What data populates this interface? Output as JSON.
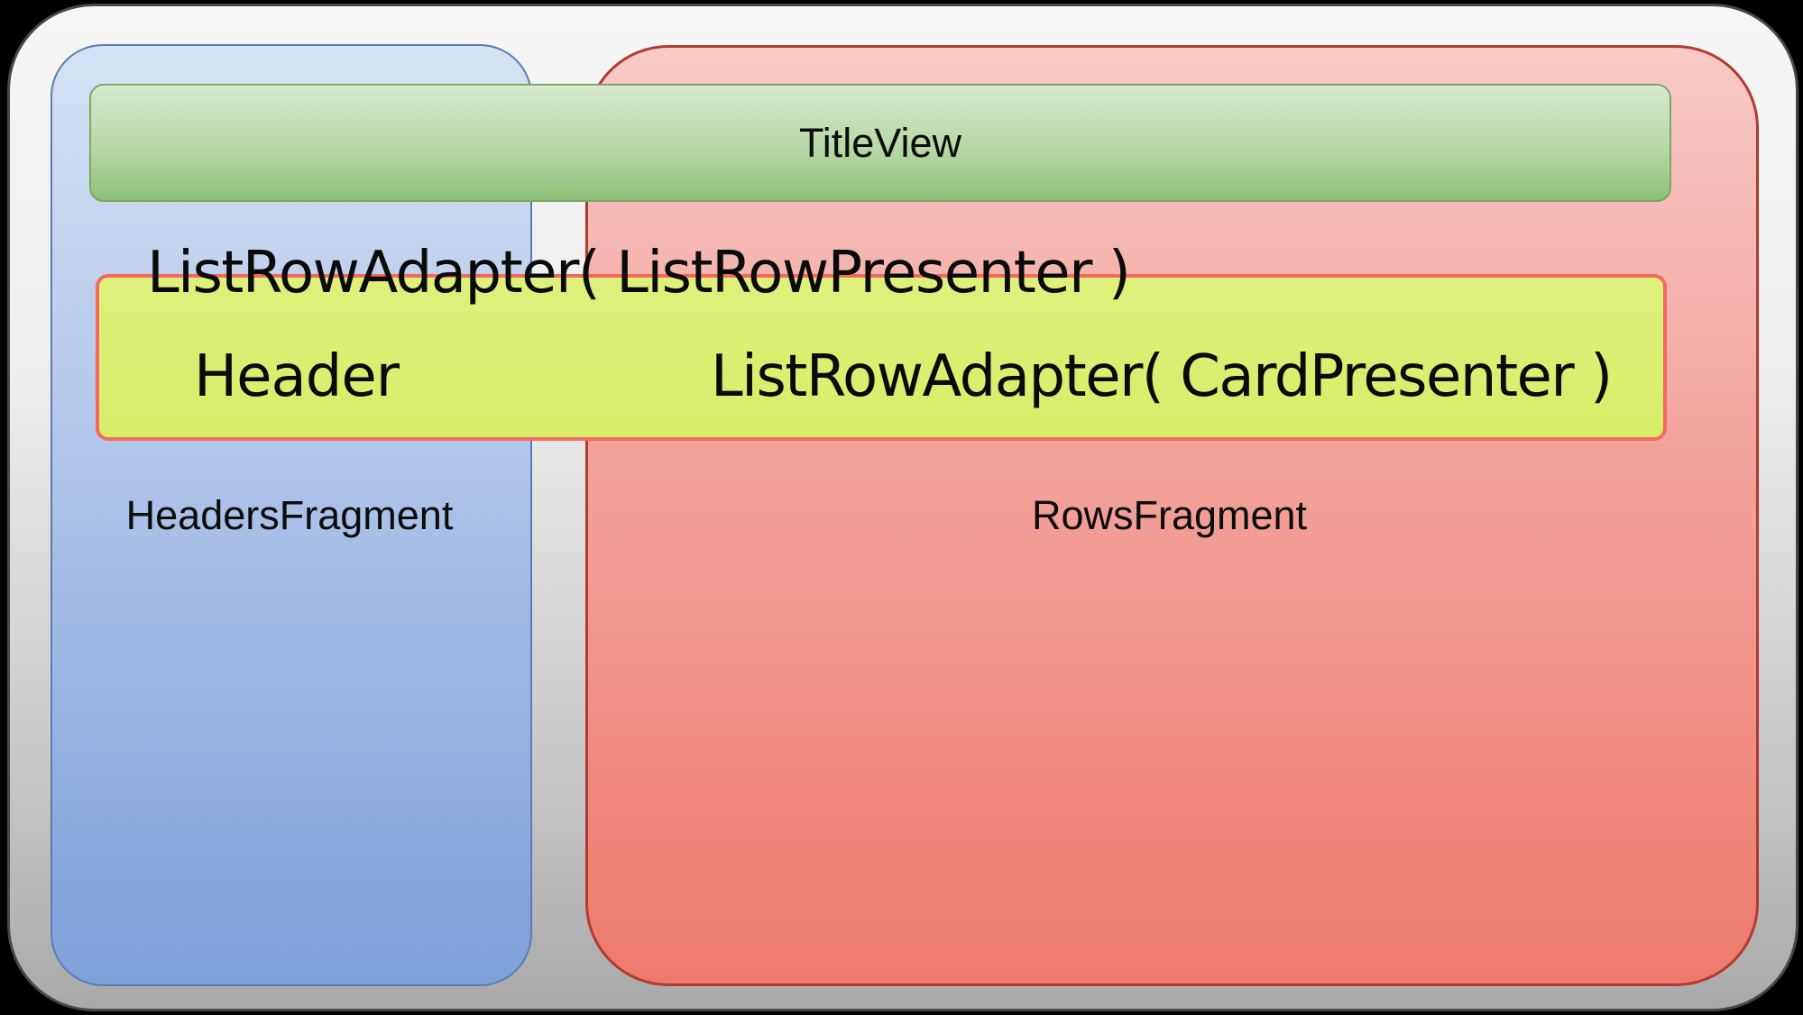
{
  "diagram": {
    "title_view_label": "TitleView",
    "list_row_adapter_presenter_label": "ListRowAdapter( ListRowPresenter )",
    "header_label": "Header",
    "list_row_adapter_card_label": "ListRowAdapter( CardPresenter )",
    "headers_fragment_label": "HeadersFragment",
    "rows_fragment_label": "RowsFragment",
    "colors": {
      "background": "#000000",
      "outer_top": "#f6f6f6",
      "outer_bottom": "#a9a9a9",
      "blue_top": "#d6e2f5",
      "blue_bottom": "#7da0d8",
      "red_top": "#f8cac6",
      "red_bottom": "#ee7a6e",
      "green_top": "#d6e9cc",
      "green_bottom": "#8cc07a",
      "yellow_fill": "#d7ee68",
      "yellow_border": "#f4695e"
    }
  }
}
